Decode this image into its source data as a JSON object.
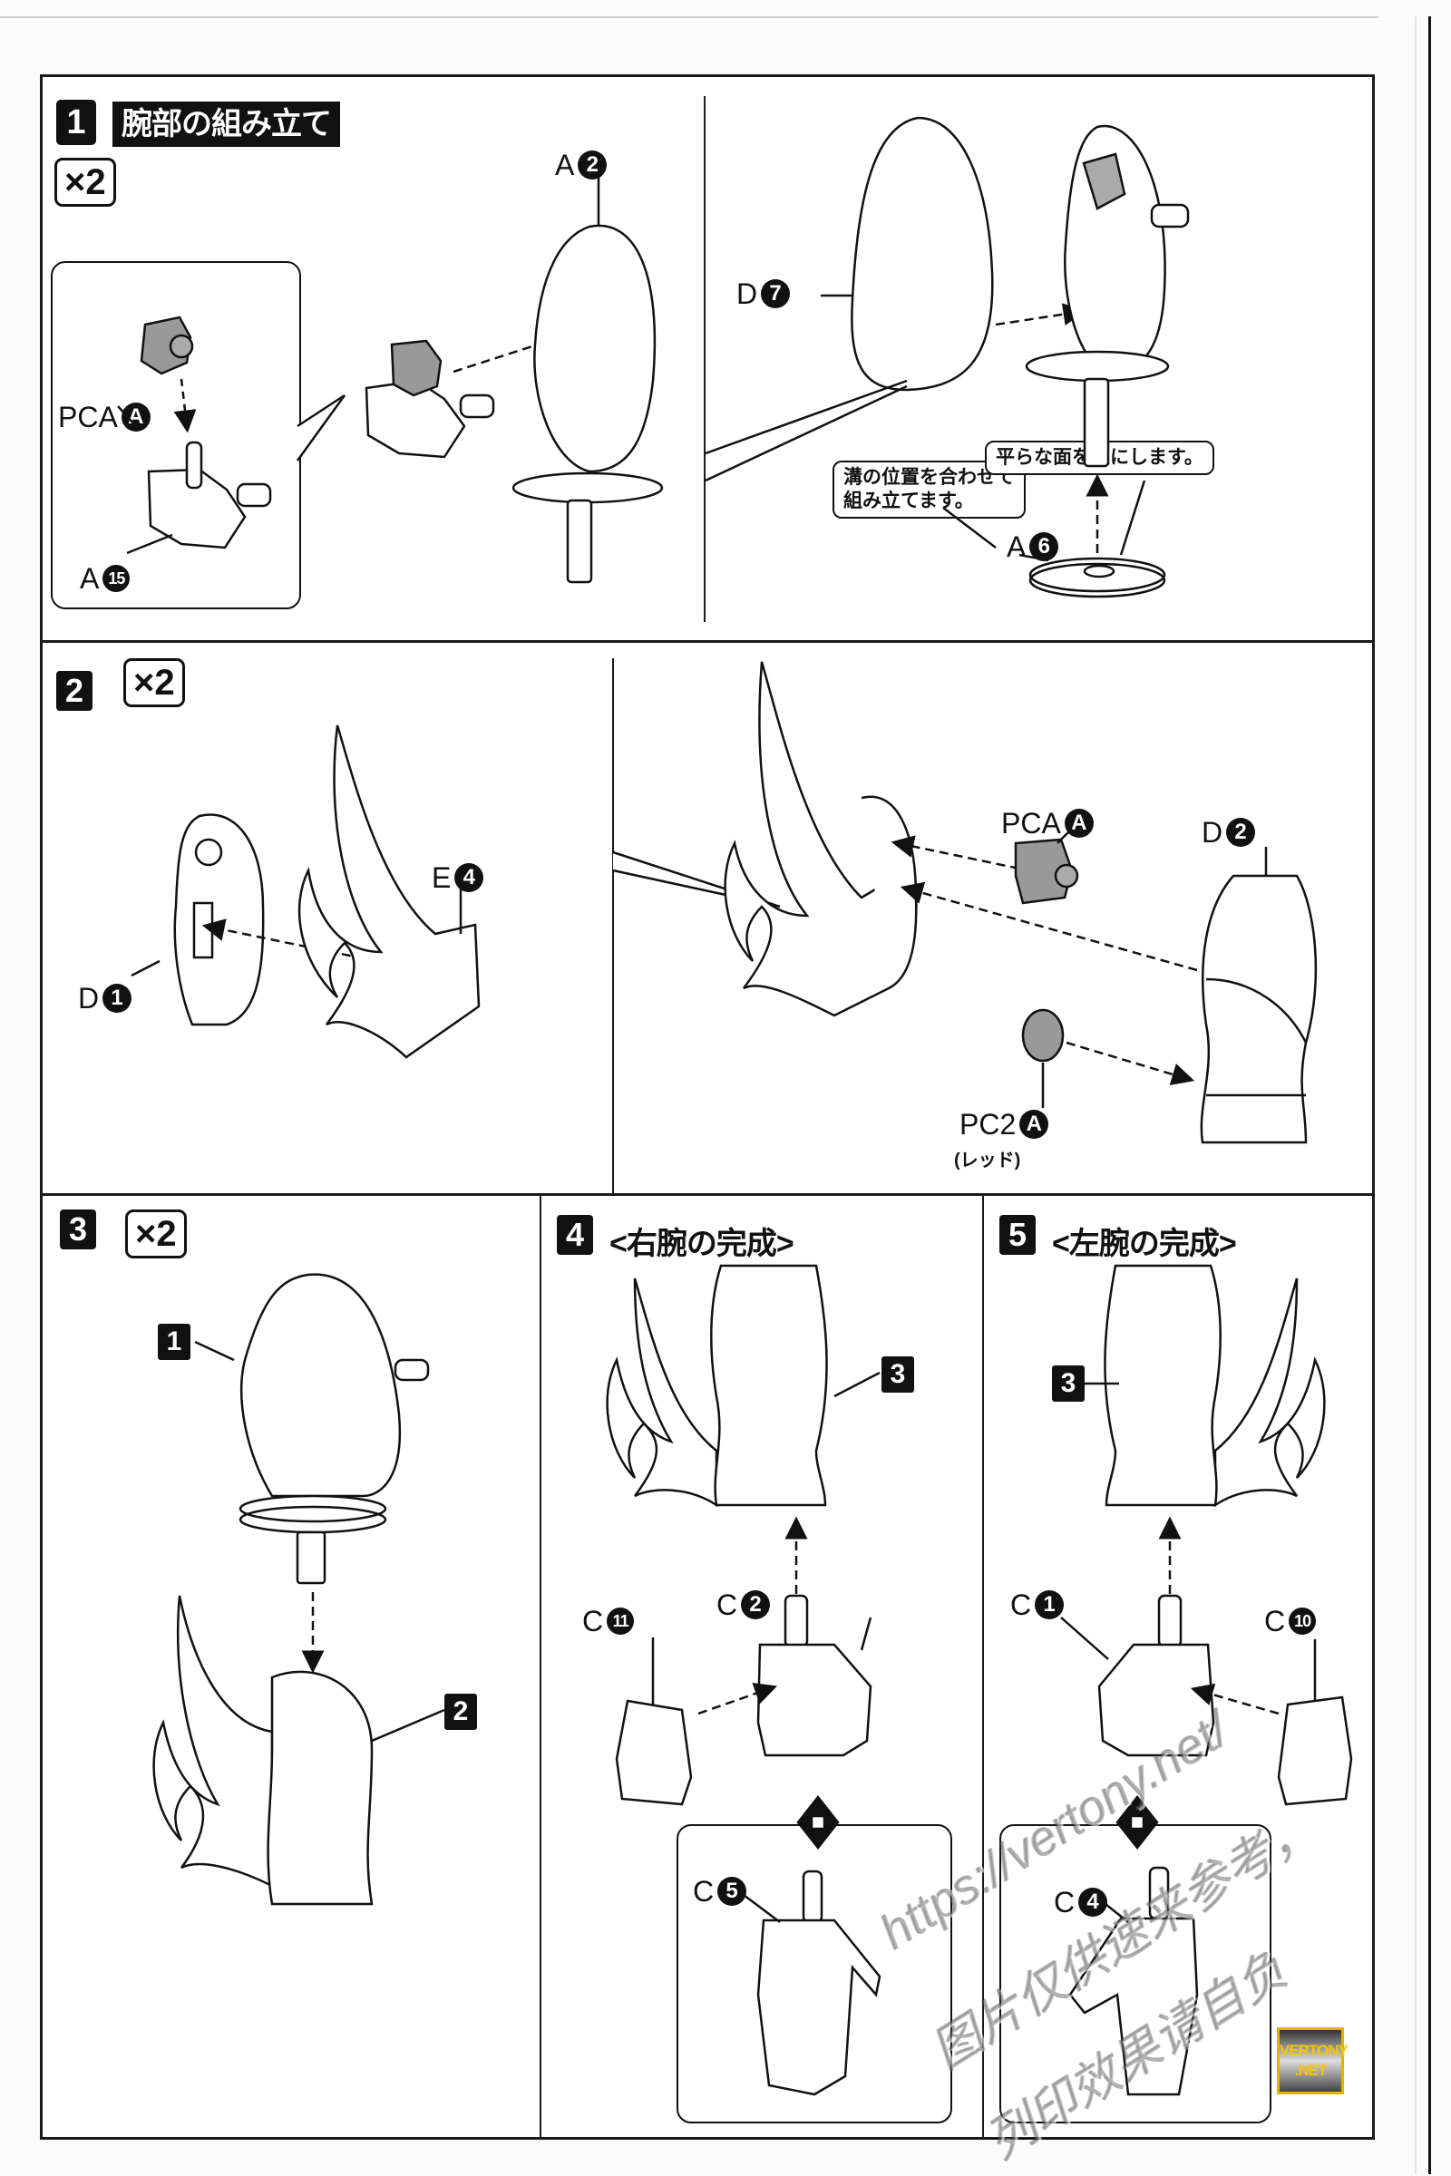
{
  "document": {
    "watermark": {
      "url": "https://vertony.net/",
      "line2": "图片仅供速来参考，",
      "line3": "列印效果请自负"
    },
    "badge": {
      "line1": "VERTONY",
      "line2": ".NET"
    }
  },
  "steps": [
    {
      "number": "1",
      "title": "腕部の組み立て",
      "multiplier": "×2",
      "parts": [
        {
          "letter": "A",
          "num": "2"
        },
        {
          "letter": "PCA",
          "num": "A"
        },
        {
          "letter": "A",
          "num": "15"
        },
        {
          "letter": "D",
          "num": "7"
        },
        {
          "letter": "A",
          "num": "6"
        }
      ],
      "notes": [
        {
          "text_line1": "溝の位置を合わせて",
          "text_line2": "組み立てます。"
        },
        {
          "text_line1": "平らな面を上にします。"
        }
      ]
    },
    {
      "number": "2",
      "multiplier": "×2",
      "parts": [
        {
          "letter": "E",
          "num": "4"
        },
        {
          "letter": "D",
          "num": "1"
        },
        {
          "letter": "PCA",
          "num": "A"
        },
        {
          "letter": "D",
          "num": "2"
        },
        {
          "letter": "PC2",
          "num": "A",
          "sub": "(レッド)"
        }
      ]
    },
    {
      "number": "3",
      "multiplier": "×2",
      "refs": [
        "1",
        "2"
      ]
    },
    {
      "number": "4",
      "title": "<右腕の完成>",
      "refs": [
        "3"
      ],
      "parts": [
        {
          "letter": "C",
          "num": "11"
        },
        {
          "letter": "C",
          "num": "2"
        },
        {
          "letter": "C",
          "num": "5"
        }
      ]
    },
    {
      "number": "5",
      "title": "<左腕の完成>",
      "refs": [
        "3"
      ],
      "parts": [
        {
          "letter": "C",
          "num": "1"
        },
        {
          "letter": "C",
          "num": "10"
        },
        {
          "letter": "C",
          "num": "4"
        }
      ]
    }
  ]
}
